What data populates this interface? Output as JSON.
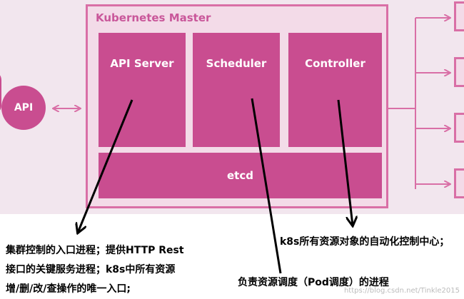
{
  "diagram": {
    "master_title": "Kubernetes Master",
    "external_api": "API",
    "components": {
      "api_server": "API Server",
      "scheduler": "Scheduler",
      "controller": "Controller",
      "etcd": "etcd"
    }
  },
  "annotations": {
    "api_server_note_line1": "集群控制的入口进程；提供HTTP Rest",
    "api_server_note_line2": "接口的关键服务进程；k8s中所有资源",
    "api_server_note_line3": "增/删/改/查操作的唯一入口;",
    "controller_note": "k8s所有资源对象的自动化控制中心；",
    "scheduler_note": "负责资源调度（Pod调度）的进程"
  },
  "watermark": "https://blog.csdn.net/Tinkle2015",
  "colors": {
    "component_fill": "#c94d90",
    "master_border": "#d96fa6",
    "master_fill": "#f3dbe8",
    "background_top": "#f2e6ee"
  }
}
